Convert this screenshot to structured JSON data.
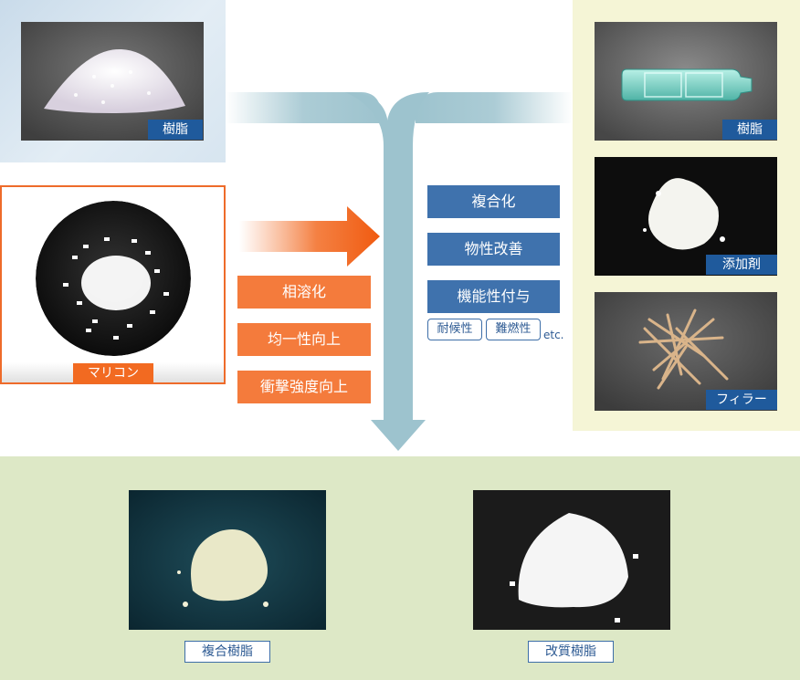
{
  "sources": {
    "resin_top_left": {
      "label": "樹脂"
    },
    "maricon": {
      "label": "マリコン"
    },
    "right_items": [
      {
        "label": "樹脂",
        "icon": "pet-bottle-photo"
      },
      {
        "label": "添加剤",
        "icon": "additive-powder-photo"
      },
      {
        "label": "フィラー",
        "icon": "filler-fiber-photo"
      }
    ]
  },
  "maricon_effects": [
    "相溶化",
    "均一性向上",
    "衝撃強度向上"
  ],
  "processing_effects": [
    "複合化",
    "物性改善",
    "機能性付与"
  ],
  "function_examples": [
    "耐候性",
    "難燃性"
  ],
  "function_examples_suffix": "etc.",
  "outputs": [
    {
      "label": "複合樹脂"
    },
    {
      "label": "改質樹脂"
    }
  ],
  "colors": {
    "accent_orange": "#f26a21",
    "accent_blue": "#1f5a9c",
    "flow_blue": "#9dc3ce",
    "bottom_panel": "#dde8c6",
    "right_panel": "#f5f5d6"
  }
}
